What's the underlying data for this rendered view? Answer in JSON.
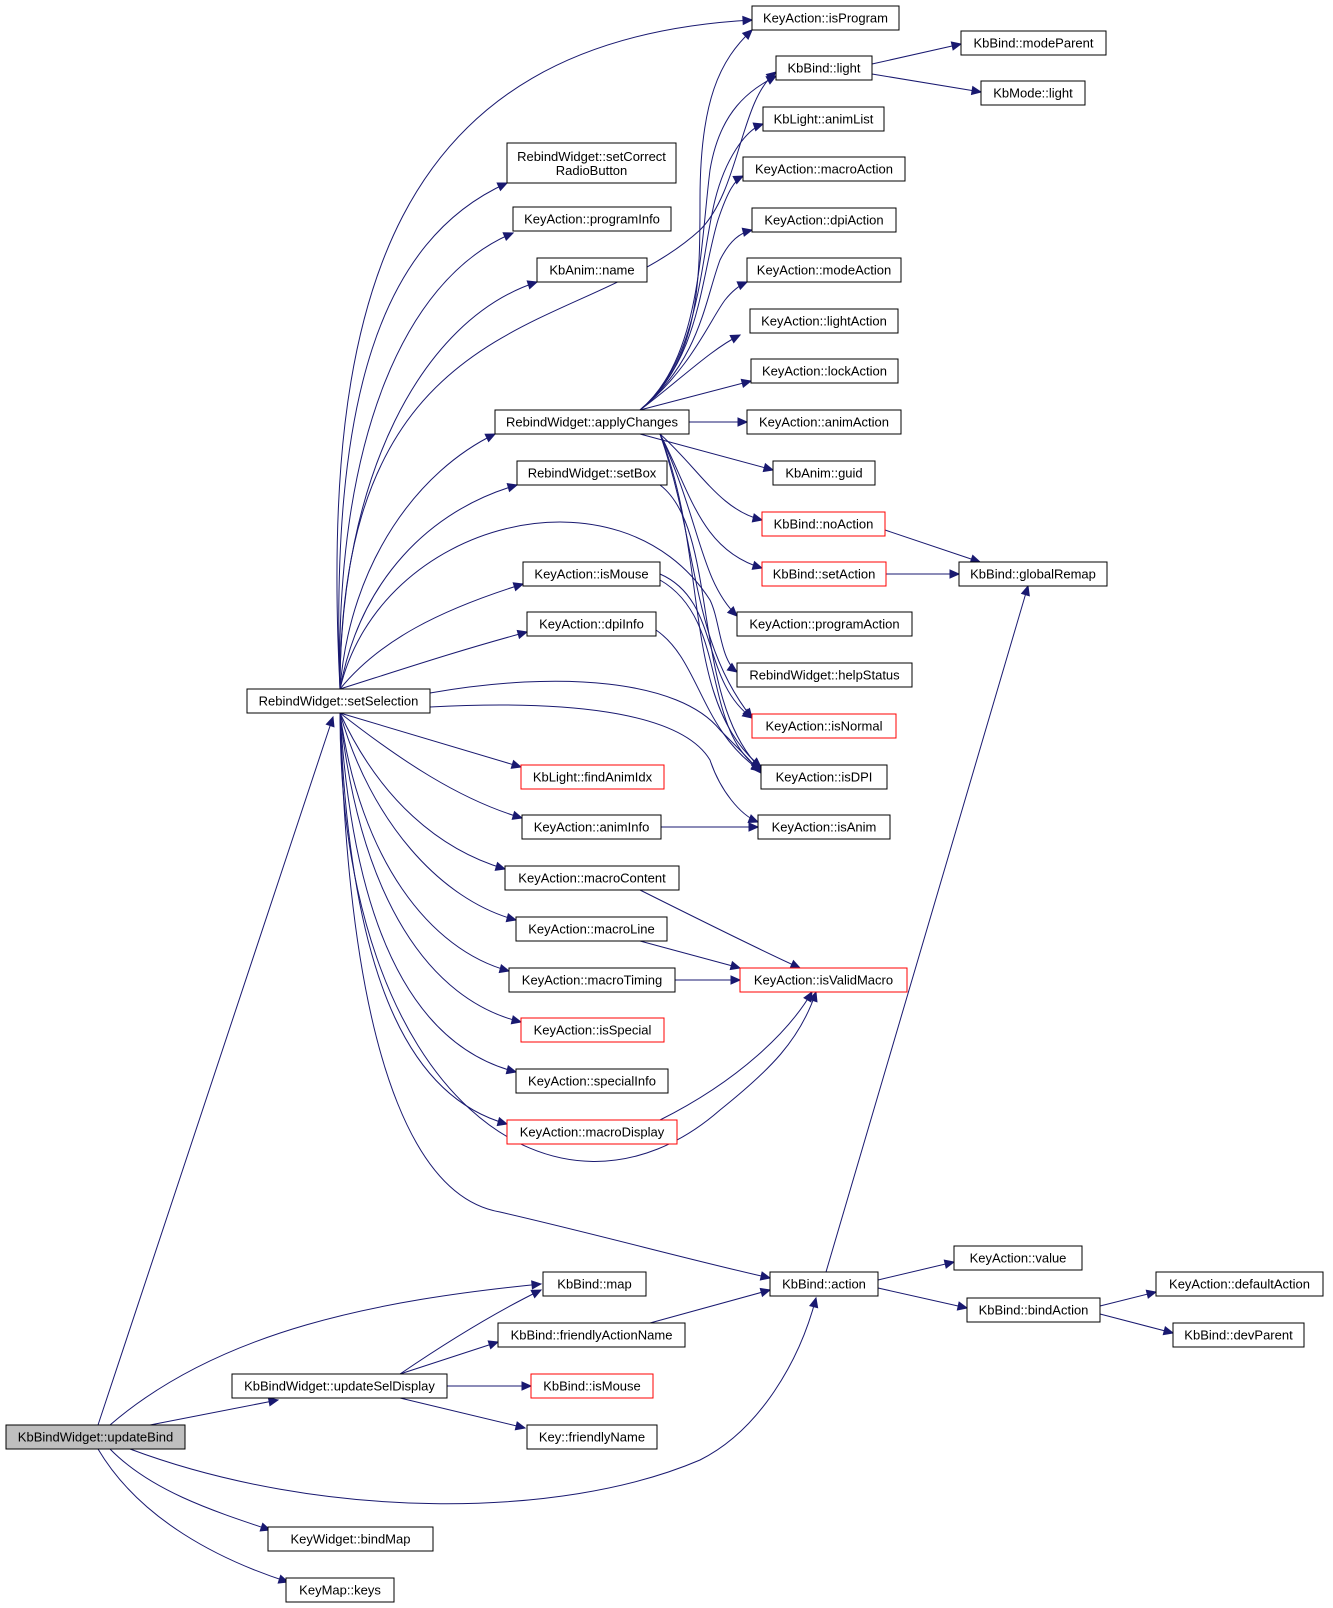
{
  "graph": {
    "edge_color": "#191970",
    "root_fill": "#bfbfbf",
    "incomplete_border": "#ff0000",
    "nodes": [
      {
        "id": "updateBind",
        "label": "KbBindWidget::updateBind",
        "style": "root"
      },
      {
        "id": "setSelection",
        "label": "RebindWidget::setSelection"
      },
      {
        "id": "updateSelDisplay",
        "label": "KbBindWidget::updateSelDisplay"
      },
      {
        "id": "bindMap",
        "label": "KeyWidget::bindMap"
      },
      {
        "id": "keys",
        "label": "KeyMap::keys"
      },
      {
        "id": "mapN",
        "label": "KbBind::map"
      },
      {
        "id": "friendlyActionName",
        "label": "KbBind::friendlyActionName"
      },
      {
        "id": "kbIsMouse",
        "label": "KbBind::isMouse",
        "style": "red"
      },
      {
        "id": "friendlyName",
        "label": "Key::friendlyName"
      },
      {
        "id": "setCorrectRadio",
        "label": "RebindWidget::setCorrect\nRadioButton"
      },
      {
        "id": "programInfo",
        "label": "KeyAction::programInfo"
      },
      {
        "id": "animName",
        "label": "KbAnim::name"
      },
      {
        "id": "applyChanges",
        "label": "RebindWidget::applyChanges"
      },
      {
        "id": "setBox",
        "label": "RebindWidget::setBox"
      },
      {
        "id": "isMouse",
        "label": "KeyAction::isMouse"
      },
      {
        "id": "dpiInfo",
        "label": "KeyAction::dpiInfo"
      },
      {
        "id": "findAnimIdx",
        "label": "KbLight::findAnimIdx",
        "style": "red"
      },
      {
        "id": "animInfo",
        "label": "KeyAction::animInfo"
      },
      {
        "id": "macroContent",
        "label": "KeyAction::macroContent"
      },
      {
        "id": "macroLine",
        "label": "KeyAction::macroLine"
      },
      {
        "id": "macroTiming",
        "label": "KeyAction::macroTiming"
      },
      {
        "id": "isSpecial",
        "label": "KeyAction::isSpecial",
        "style": "red"
      },
      {
        "id": "specialInfo",
        "label": "KeyAction::specialInfo"
      },
      {
        "id": "macroDisplay",
        "label": "KeyAction::macroDisplay",
        "style": "red"
      },
      {
        "id": "isProgram",
        "label": "KeyAction::isProgram"
      },
      {
        "id": "kbLight",
        "label": "KbBind::light"
      },
      {
        "id": "animList",
        "label": "KbLight::animList"
      },
      {
        "id": "macroAction",
        "label": "KeyAction::macroAction"
      },
      {
        "id": "dpiAction",
        "label": "KeyAction::dpiAction"
      },
      {
        "id": "modeAction",
        "label": "KeyAction::modeAction"
      },
      {
        "id": "lightAction",
        "label": "KeyAction::lightAction"
      },
      {
        "id": "lockAction",
        "label": "KeyAction::lockAction"
      },
      {
        "id": "animAction",
        "label": "KeyAction::animAction"
      },
      {
        "id": "guid",
        "label": "KbAnim::guid"
      },
      {
        "id": "noAction",
        "label": "KbBind::noAction",
        "style": "red"
      },
      {
        "id": "setAction",
        "label": "KbBind::setAction",
        "style": "red"
      },
      {
        "id": "programAction",
        "label": "KeyAction::programAction"
      },
      {
        "id": "helpStatus",
        "label": "RebindWidget::helpStatus"
      },
      {
        "id": "isNormal",
        "label": "KeyAction::isNormal",
        "style": "red"
      },
      {
        "id": "isDPI",
        "label": "KeyAction::isDPI"
      },
      {
        "id": "isAnim",
        "label": "KeyAction::isAnim"
      },
      {
        "id": "isValidMacro",
        "label": "KeyAction::isValidMacro",
        "style": "red"
      },
      {
        "id": "action",
        "label": "KbBind::action"
      },
      {
        "id": "modeParent",
        "label": "KbBind::modeParent"
      },
      {
        "id": "modeLight",
        "label": "KbMode::light"
      },
      {
        "id": "globalRemap",
        "label": "KbBind::globalRemap"
      },
      {
        "id": "value",
        "label": "KeyAction::value"
      },
      {
        "id": "bindAction",
        "label": "KbBind::bindAction"
      },
      {
        "id": "defaultAction",
        "label": "KeyAction::defaultAction"
      },
      {
        "id": "devParent",
        "label": "KbBind::devParent"
      }
    ]
  }
}
